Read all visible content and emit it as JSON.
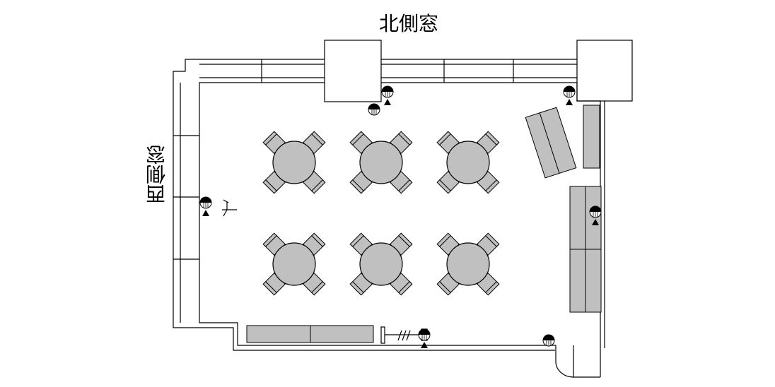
{
  "labels": {
    "north_window": "北側窓",
    "west_window": "西側窓"
  },
  "colors": {
    "line": "#000000",
    "furniture_fill": "#c0c0c0",
    "background": "#ffffff"
  },
  "furniture": {
    "round_table_count": 6,
    "chairs_per_table": 4,
    "table_grid": {
      "rows": 2,
      "columns": 3
    }
  },
  "icons": [
    "round-table-icon",
    "chair-icon",
    "ceiling-light-icon",
    "fan-icon",
    "door-icon",
    "sofa-icon",
    "window-icon"
  ]
}
